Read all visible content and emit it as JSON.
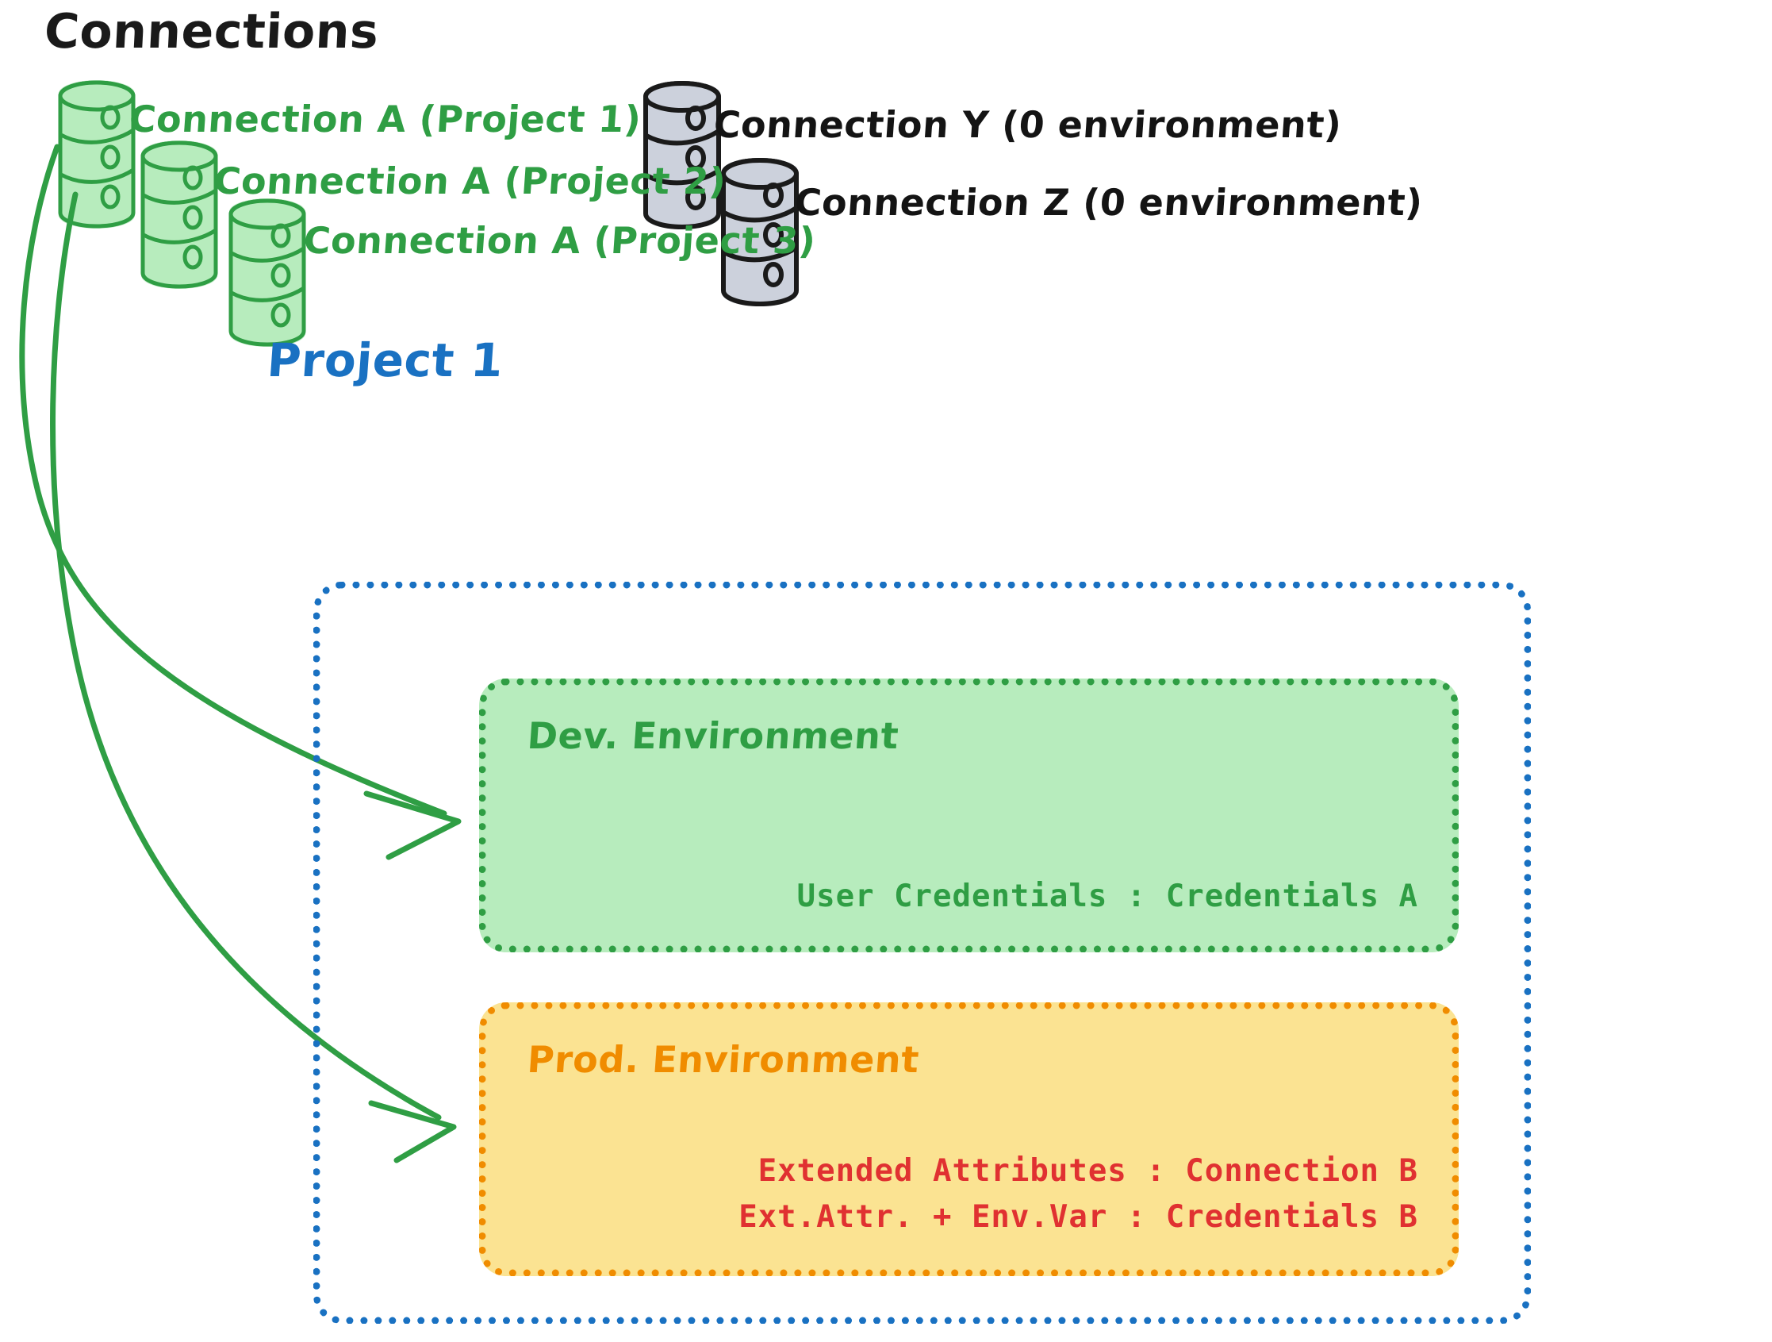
{
  "title": "Connections",
  "connections": {
    "green": [
      {
        "label": "Connection A (Project 1)",
        "icon": "database-cylinder-icon",
        "color": "#2f9e44"
      },
      {
        "label": "Connection A (Project 2)",
        "icon": "database-cylinder-icon",
        "color": "#2f9e44"
      },
      {
        "label": "Connection A (Project 3)",
        "icon": "database-cylinder-icon",
        "color": "#2f9e44"
      }
    ],
    "gray": [
      {
        "label": "Connection Y (0 environment)",
        "icon": "database-cylinder-icon",
        "color": "#141414"
      },
      {
        "label": "Connection Z (0 environment)",
        "icon": "database-cylinder-icon",
        "color": "#141414"
      }
    ]
  },
  "project": {
    "title": "Project 1",
    "border_color": "#1971c2",
    "environments": [
      {
        "name": "Dev. Environment",
        "fill": "#b7ecbd",
        "border_color": "#2f9e44",
        "title_color": "#2f9e44",
        "attributes": [
          {
            "text": "User Credentials : Credentials A",
            "color": "#2f9e44"
          }
        ]
      },
      {
        "name": "Prod. Environment",
        "fill": "#fbe392",
        "border_color": "#f08c00",
        "title_color": "#f08c00",
        "attributes": [
          {
            "text": "Extended Attributes : Connection B",
            "color": "#e03131"
          },
          {
            "text": "Ext.Attr. + Env.Var : Credentials B",
            "color": "#e03131"
          }
        ]
      }
    ]
  },
  "arrows": [
    {
      "from": "Connection A (Project 1)",
      "to": "Dev. Environment",
      "color": "#2f9e44"
    },
    {
      "from": "Connection A (Project 1)",
      "to": "Prod. Environment",
      "color": "#2f9e44"
    }
  ]
}
